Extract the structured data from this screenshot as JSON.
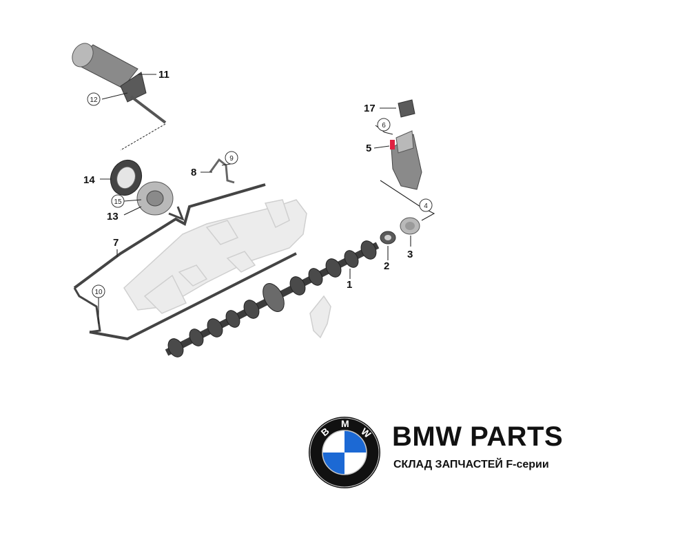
{
  "brand": {
    "title": "BMW PARTS",
    "subtitle": "СКЛАД ЗАПЧАСТЕЙ F-серии",
    "logo_letters": [
      "B",
      "M",
      "W"
    ],
    "colors": {
      "blue": "#1c69d4",
      "black": "#111111",
      "white": "#ffffff"
    }
  },
  "callouts": {
    "c1": "1",
    "c2": "2",
    "c3": "3",
    "c4": "4",
    "c5": "5",
    "c6": "6",
    "c7": "7",
    "c8": "8",
    "c9": "9",
    "c10": "10",
    "c11": "11",
    "c12": "12",
    "c13": "13",
    "c14": "14",
    "c15": "15",
    "c17": "17"
  },
  "highlight_color": "#e02040"
}
